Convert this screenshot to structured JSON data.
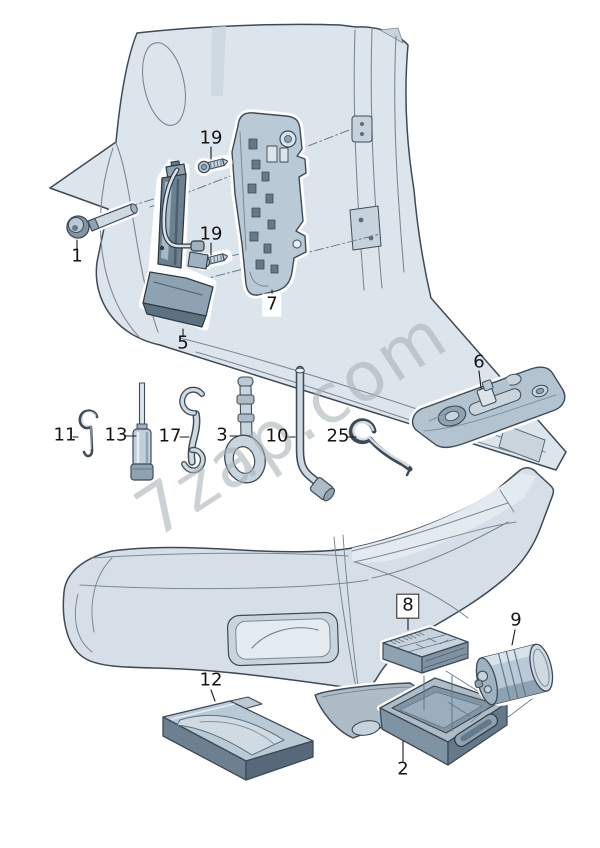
{
  "page": {
    "watermark": "7zap.com",
    "background": "#ffffff"
  },
  "colors": {
    "outline": "#3e4a55",
    "panel_fill": "#dde5ec",
    "tool_fill": "#aebcc8",
    "tool_dark": "#64798a",
    "halo": "#ffffff",
    "watermark_gray": "#a9b0b6",
    "label_text": "#141414"
  },
  "labels": [
    {
      "part": "screw-top",
      "text": "19"
    },
    {
      "part": "screw-bottom",
      "text": "19"
    },
    {
      "part": "crank-handle",
      "text": "1"
    },
    {
      "part": "jack",
      "text": "5"
    },
    {
      "part": "mounting-bracket",
      "text": "7"
    },
    {
      "part": "hook-clip",
      "text": "11"
    },
    {
      "part": "screwdriver",
      "text": "13"
    },
    {
      "part": "open-end-wrench",
      "text": "17"
    },
    {
      "part": "tow-hook",
      "text": "3"
    },
    {
      "part": "lug-wrench",
      "text": "10"
    },
    {
      "part": "pry-hook",
      "text": "25"
    },
    {
      "part": "tool-holder-foam",
      "text": "6"
    },
    {
      "part": "kit-box",
      "text": "8"
    },
    {
      "part": "cylinder",
      "text": "9"
    },
    {
      "part": "stowage-tray",
      "text": "12"
    },
    {
      "part": "tool-box",
      "text": "2"
    }
  ]
}
